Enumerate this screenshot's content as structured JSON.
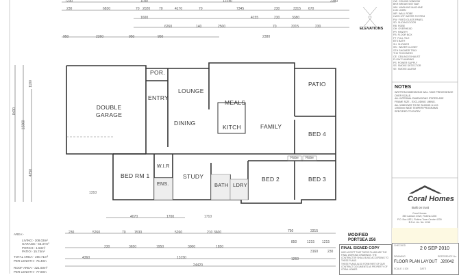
{
  "drawing": {
    "elevations_label": "ELEVATIONS",
    "rooms": {
      "double_garage": "DOUBLE\nGARAGE",
      "porch": "POR.",
      "entry": "ENTRY",
      "lounge": "LOUNGE",
      "meals": "MEALS",
      "dining": "DINING",
      "kitchen": "KITCH",
      "family": "FAMILY",
      "patio": "PATIO",
      "bed4": "BED 4",
      "bed1": "BED RM 1",
      "wir": "W.I.R",
      "ensuite": "ENS.",
      "study": "STUDY",
      "bath": "BATH",
      "laundry": "LDRY",
      "bed2": "BED 2",
      "bed3": "BED 3",
      "robe": "Robe"
    },
    "top_dims": [
      "7230",
      "1180",
      "12240",
      "2380",
      "230",
      "6830",
      "70",
      "2020",
      "70",
      "4170",
      "70",
      "7345",
      "230",
      "3315",
      "670",
      "1600",
      "4155",
      "230",
      "3380",
      "6260",
      "140",
      "2500",
      "70",
      "3315",
      "230",
      "950",
      "2260",
      "950",
      "950",
      "2380"
    ],
    "bottom_dims": [
      "4070",
      "1700",
      "1710",
      "230",
      "5260",
      "70",
      "1530",
      "5260",
      "210",
      "3600",
      "230",
      "3650",
      "1950",
      "3000",
      "1850",
      "4360",
      "13150",
      "24420",
      "750",
      "3315",
      "850",
      "1215",
      "1215",
      "3160",
      "230",
      "1260"
    ],
    "left_dims": [
      "8430",
      "12360",
      "4250",
      "1180",
      "1310"
    ]
  },
  "area_schedule": {
    "title": "AREA:-",
    "rows": [
      {
        "label": "LIVING:-",
        "value": "208.03m²"
      },
      {
        "label": "GARAGE:-",
        "value": "55.37m²"
      },
      {
        "label": "PORCH:-",
        "value": "1.53m²"
      },
      {
        "label": "PATIO:-",
        "value": "15.74m²"
      }
    ],
    "total_area": "TOTAL AREA:- 280.71m²",
    "per_length": "PER LENGTH:- 75.40m",
    "roof_area": "ROOF AREA:- 321.60m²",
    "roof_per_length": "PER LENGTH:- 77.80m"
  },
  "title_block": {
    "modified": "MODIFIED",
    "design": "PORTSEA 256",
    "final_signed": "FINAL SIGNED COPY",
    "final_text": "I/WE ACCEPT THAT THESE PLANS ARE THE FINAL WORKING DRAWINGS. THE CONTRACTOR SHALL BUILD ACCORDING TO THESE PLANS.",
    "copyright_text": "THESE PLANS ALSO FORM PART OF OUR CONTRACT DOCUMENTS AS PROPERTY OF CORAL HOMES",
    "checked_label": "CHECKED",
    "date": "2 0 SEP 2010",
    "drawing_label": "DRAWING",
    "drawing_title": "FLOOR PLAN LAYOUT",
    "reference_label": "REFERENCE No.",
    "reference": "J20042",
    "scale_label": "SCALE 1:100",
    "date_label": "DATE"
  },
  "company": {
    "name": "Coral Homes",
    "tagline": "Built on trust",
    "address": "Coral Homes\n350 Lawson Drive, Robina 4226\nP.O. Box 4821, Robina Town Centre 4230\nB.S.A. Lic. No. 1016"
  },
  "notes": {
    "heading": "NOTES",
    "items": "WRITTEN DIMENSIONS WILL TAKE PRECEDENCE\nOVER SCALE.\nALL INTERNAL DIMENSIONS STATED ARE\nFRAME SIZE - EXCLUDING LINING.\nALL WINDOWS TO BE SLIDING U.N.O.\n1/900mm WIDE TEMPER PROGRAMS\nSPECIFIED TO ENTRY",
    "legend": "CW  CEILING WINDOW\nBKR BREAKFAST BAR\nWM  WASHING MACHINE\nLNK LINEN\nWR  WALL ROBE\nHWS HOT WATER SYSTEM\nFW  FIXED GLASS PANEL\nSD  SLIDING DOOR\nRB  ROBE\nOH  OVERHEAD\nPR  PANTRY\nFB  FLOOR BOX\nFT  FULL TILE\nBTS BATH\nSH  SHOWER\nWC  WATER CLOSET\nSTH SHOWER TRAY\nTHK THICKNESS\nCE  CEILING EXHAUST\nFLOW PLUMBING\nPS  POWER SUPPLY\nSS  SMOKE DETECTOR\nSE  SMOKE ALARM"
  },
  "colors": {
    "highlight": "#fdf9e2",
    "line": "#444444"
  }
}
